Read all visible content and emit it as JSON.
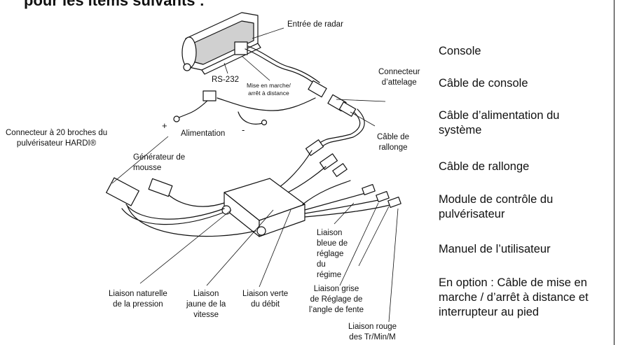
{
  "heading": "pour les items suivants :",
  "diagram_labels": {
    "radar_input": "Entrée de radar",
    "rs232": "RS-232",
    "remote_onoff_line1": "Mise en marche/",
    "remote_onoff_line2": "arrêt à distance",
    "hitch_connector_line1": "Connecteur",
    "hitch_connector_line2": "d’attelage",
    "power_plus": "+",
    "power_minus": "-",
    "power": "Alimentation",
    "extension_cable_line1": "Câble de",
    "extension_cable_line2": "rallonge",
    "hardi_connector_line1": "Connecteur à 20 broches du",
    "hardi_connector_line2": "pulvérisateur HARDI®",
    "foam_gen_line1": "Générateur de",
    "foam_gen_line2": "mousse",
    "blue_link_line1": "Liaison",
    "blue_link_line2": "bleue de",
    "blue_link_line3": "réglage",
    "blue_link_line4": "du",
    "blue_link_line5": "régime",
    "natural_pressure_line1": "Liaison naturelle",
    "natural_pressure_line2": "de la pression",
    "yellow_speed_line1": "Liaison",
    "yellow_speed_line2": "jaune de la",
    "yellow_speed_line3": "vitesse",
    "green_flow_line1": "Liaison verte",
    "green_flow_line2": "du débit",
    "grey_angle_line1": "Liaison grise",
    "grey_angle_line2": "de Réglage de",
    "grey_angle_line3": "l’angle de fente",
    "red_rpm_line1": "Liaison rouge",
    "red_rpm_line2": "des Tr/Min/M"
  },
  "items": [
    "Console",
    "Câble de console",
    "Câble d’alimentation du système",
    "Câble de rallonge",
    "Module de contrôle du pulvérisateur",
    "Manuel de l’utilisateur",
    "En option : Câble de mise en marche / d’arrêt à distance et interrupteur au pied"
  ],
  "colors": {
    "line": "#111111",
    "background": "#ffffff"
  }
}
